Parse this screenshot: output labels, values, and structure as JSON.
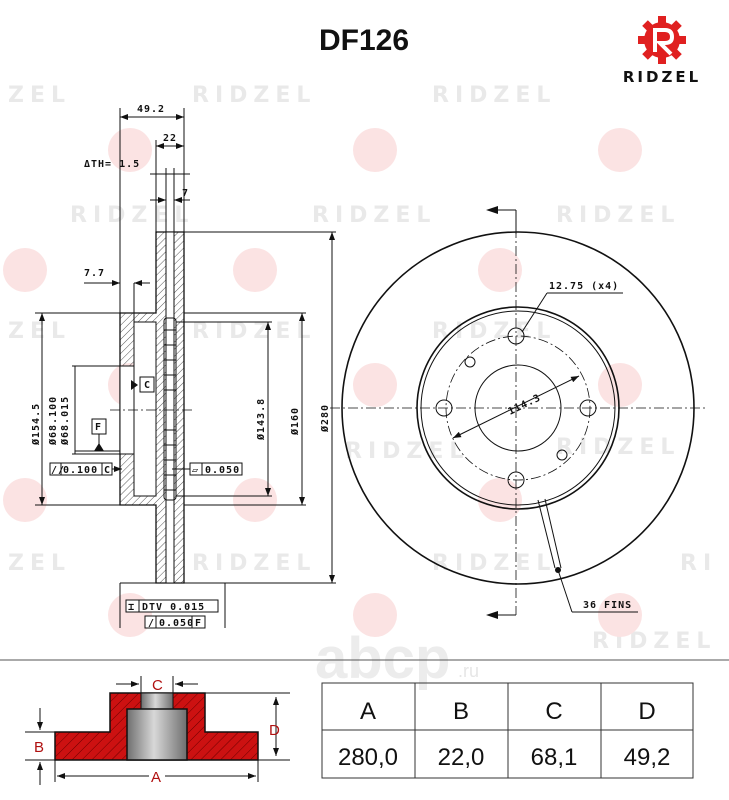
{
  "title": "DF126",
  "brand": {
    "name": "RIDZEL",
    "color": "#e02020"
  },
  "watermark": {
    "brand": "RIDZEL",
    "partial": "ZEL",
    "partial_r": "RI",
    "site": "abcp",
    "site_tld": ".ru"
  },
  "side_view": {
    "overall_width": "49.2",
    "disc_thickness": "22",
    "th_delta": "ΔTH= 1.5",
    "braking_face": "7",
    "hub_wall": "7.7",
    "dia_hub": "Ø154.5",
    "dia_bore_max": "Ø68.100",
    "dia_bore_min": "Ø68.015",
    "dia_inner": "Ø143.8",
    "dia_160": "Ø160",
    "dia_280": "Ø280",
    "datum_c": "C",
    "datum_f": "F",
    "parallelism": {
      "symbol": "//",
      "value": "0.100",
      "ref": "C"
    },
    "flatness": {
      "symbol": "▱",
      "value": "0.050"
    },
    "dtv": {
      "symbol": "⌶",
      "label": "DTV 0.015"
    },
    "runout": {
      "symbol": "/",
      "value": "0.050",
      "ref": "F"
    }
  },
  "front_view": {
    "bolt_hole": "12.75 (x4)",
    "pcd": "114.3",
    "fins": "36 FINS"
  },
  "legend_diagram": {
    "a": "A",
    "b": "B",
    "c": "C",
    "d": "D",
    "fill_color": "#cc1111"
  },
  "spec_table": {
    "headers": [
      "A",
      "B",
      "C",
      "D"
    ],
    "values": [
      "280,0",
      "22,0",
      "68,1",
      "49,2"
    ]
  }
}
